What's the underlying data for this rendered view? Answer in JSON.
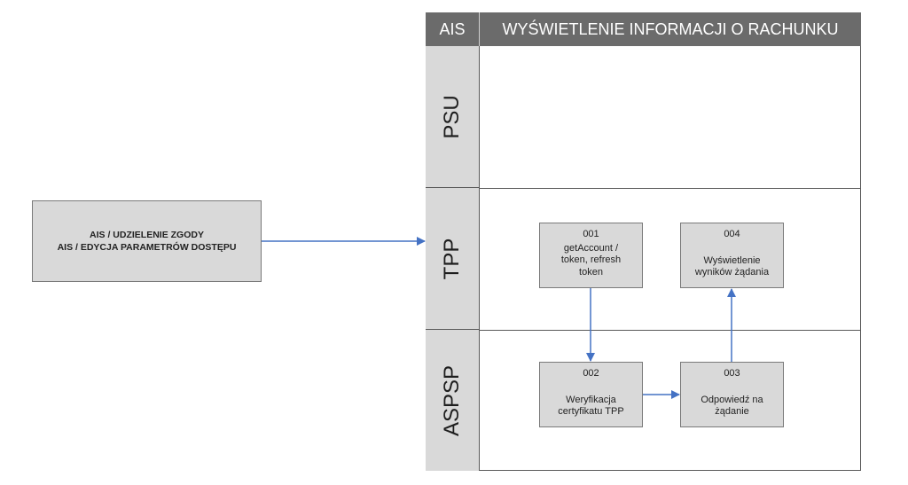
{
  "source": {
    "line1": "AIS / UDZIELENIE ZGODY",
    "line2": "AIS / EDYCJA PARAMETRÓW DOSTĘPU"
  },
  "header": {
    "code": "AIS",
    "title": "WYŚWIETLENIE INFORMACJI O RACHUNKU"
  },
  "lanes": {
    "psu": "PSU",
    "tpp": "TPP",
    "aspsp": "ASPSP"
  },
  "steps": {
    "s001": {
      "num": "001",
      "text": "getAccount /\ntoken, refresh\ntoken"
    },
    "s002": {
      "num": "002",
      "text": "Weryfikacja\ncertyfikatu TPP"
    },
    "s003": {
      "num": "003",
      "text": "Odpowiedź na\nżądanie"
    },
    "s004": {
      "num": "004",
      "text": "Wyświetlenie\nwyników żądania"
    }
  },
  "colors": {
    "arrow": "#4472c4",
    "header_bg": "#6b6b6b",
    "box_fill": "#d9d9d9"
  }
}
